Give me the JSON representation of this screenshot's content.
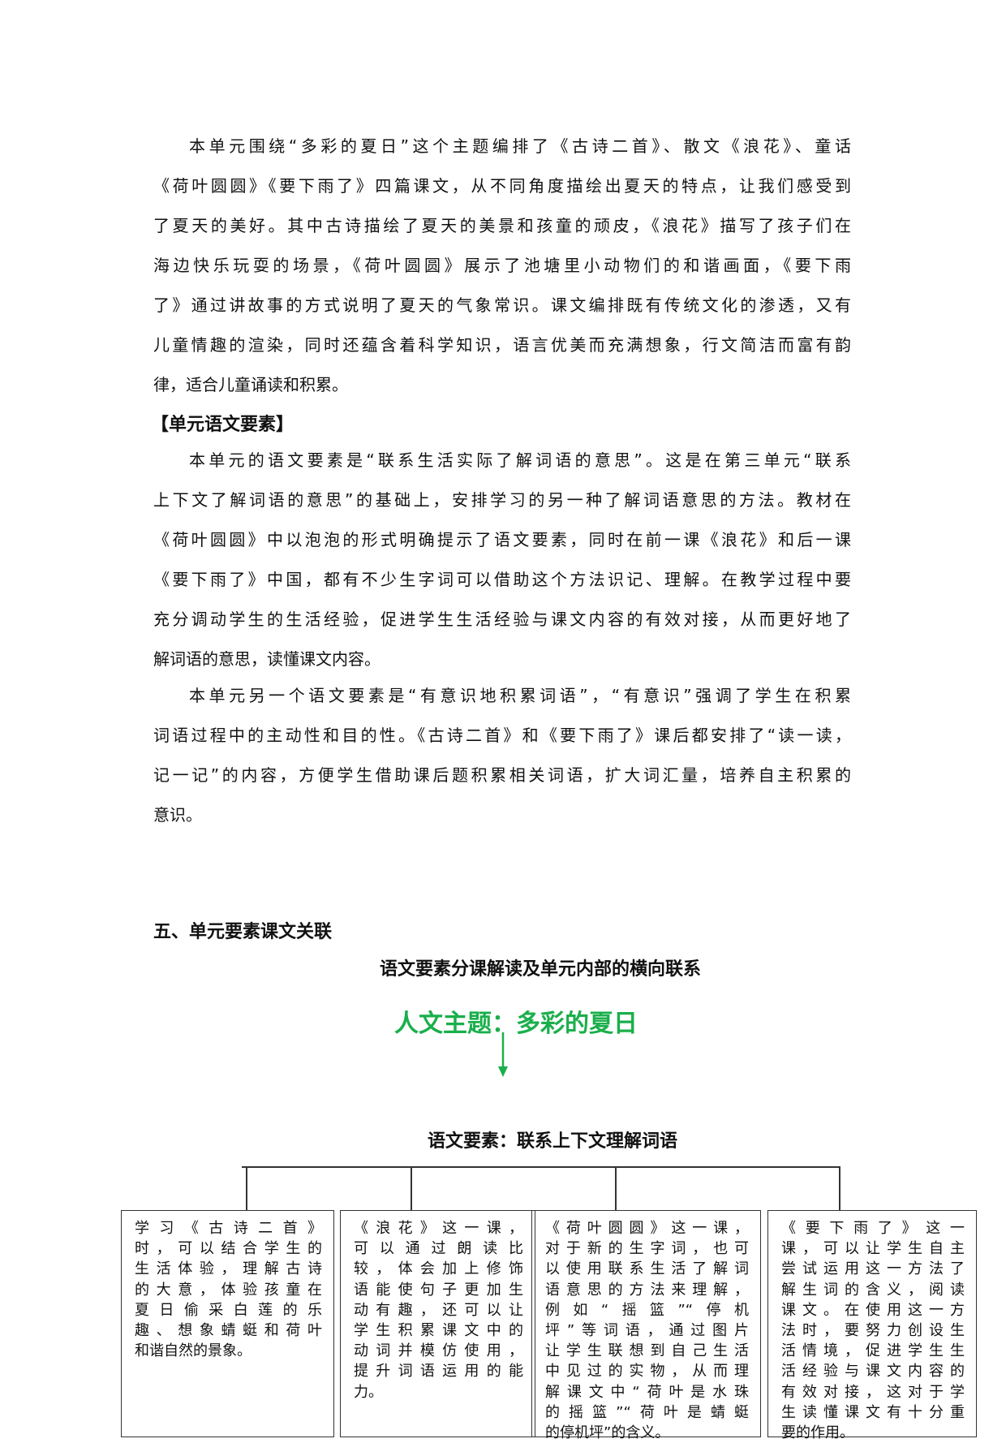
{
  "intro": {
    "lines": [
      "本单元围绕“多彩的夏日”这个主题编排了《古诗二首》、散文《浪花》、童话",
      "《荷叶圆圆》《要下雨了》四篇课文，从不同角度描绘出夏天的特点，让我们感受到",
      "了夏天的美好。其中古诗描绘了夏天的美景和孩童的顽皮，《浪花》描写了孩子们在",
      "海边快乐玩耍的场景，《荷叶圆圆》展示了池塘里小动物们的和谐画面，《要下雨",
      "了》通过讲故事的方式说明了夏天的气象常识。课文编排既有传统文化的渗透，又有",
      "儿童情趣的渲染，同时还蕴含着科学知识，语言优美而充满想象，行文简洁而富有韵",
      "律，适合儿童诵读和积累。"
    ]
  },
  "unit_elements": {
    "heading": "【单元语文要素】",
    "para1": [
      "本单元的语文要素是“联系生活实际了解词语的意思”。这是在第三单元“联系",
      "上下文了解词语的意思”的基础上，安排学习的另一种了解词语意思的方法。教材在",
      "《荷叶圆圆》中以泡泡的形式明确提示了语文要素，同时在前一课《浪花》和后一课",
      "《要下雨了》中国，都有不少生字词可以借助这个方法识记、理解。在教学过程中要",
      "充分调动学生的生活经验，促进学生生活经验与课文内容的有效对接，从而更好地了",
      "解词语的意思，读懂课文内容。"
    ],
    "para2": [
      "本单元另一个语文要素是“有意识地积累词语”，“有意识”强调了学生在积累",
      "词语过程中的主动性和目的性。《古诗二首》和《要下雨了》课后都安排了“读一读，",
      "记一记”的内容，方便学生借助课后题积累相关词语，扩大词汇量，培养自主积累的",
      "意识。"
    ]
  },
  "section5": {
    "heading": "五、单元要素课文关联",
    "diagram_title": "语文要素分课解读及单元内部的横向联系",
    "theme": "人文主题：多彩的夏日",
    "element": "语文要素：联系上下文理解词语",
    "theme_color": "#1aaf4b",
    "boxes": [
      {
        "lines": [
          "学习《古诗二首》",
          "时，可以结合学生的",
          "生活体验，理解古诗",
          "的大意，体验孩童在",
          "夏日偷采白莲的乐",
          "趣、想象蜻蜓和荷叶",
          "和谐自然的景象。"
        ]
      },
      {
        "lines": [
          "《浪花》这一课，",
          "可以通过朗读比",
          "较，体会加上修饰",
          "语能使句子更加生",
          "动有趣，还可以让",
          "学生积累课文中的",
          "动词并模仿使用，",
          "提升词语运用的能",
          "力。"
        ]
      },
      {
        "lines": [
          "《荷叶圆圆》这一课，",
          "对于新的生字词，也可",
          "以使用联系生活了解词",
          "语意思的方法来理解，",
          "例如“摇篮”“停机",
          "坪”等词语，通过图片",
          "让学生联想到自己生活",
          "中见过的实物，从而理",
          "解课文中“荷叶是水珠",
          "的摇篮”“荷叶是蜻蜓",
          "的停机坪”的含义。"
        ]
      },
      {
        "lines": [
          "《要下雨了》这一",
          "课，可以让学生自主",
          "尝试运用这一方法了",
          "解生词的含义，阅读",
          "课文。在使用这一方",
          "法时，要努力创设生",
          "活情境，促进学生生",
          "活经验与课文内容的",
          "有效对接，这对于学",
          "生读懂课文有十分重",
          "要的作用。"
        ]
      }
    ]
  }
}
